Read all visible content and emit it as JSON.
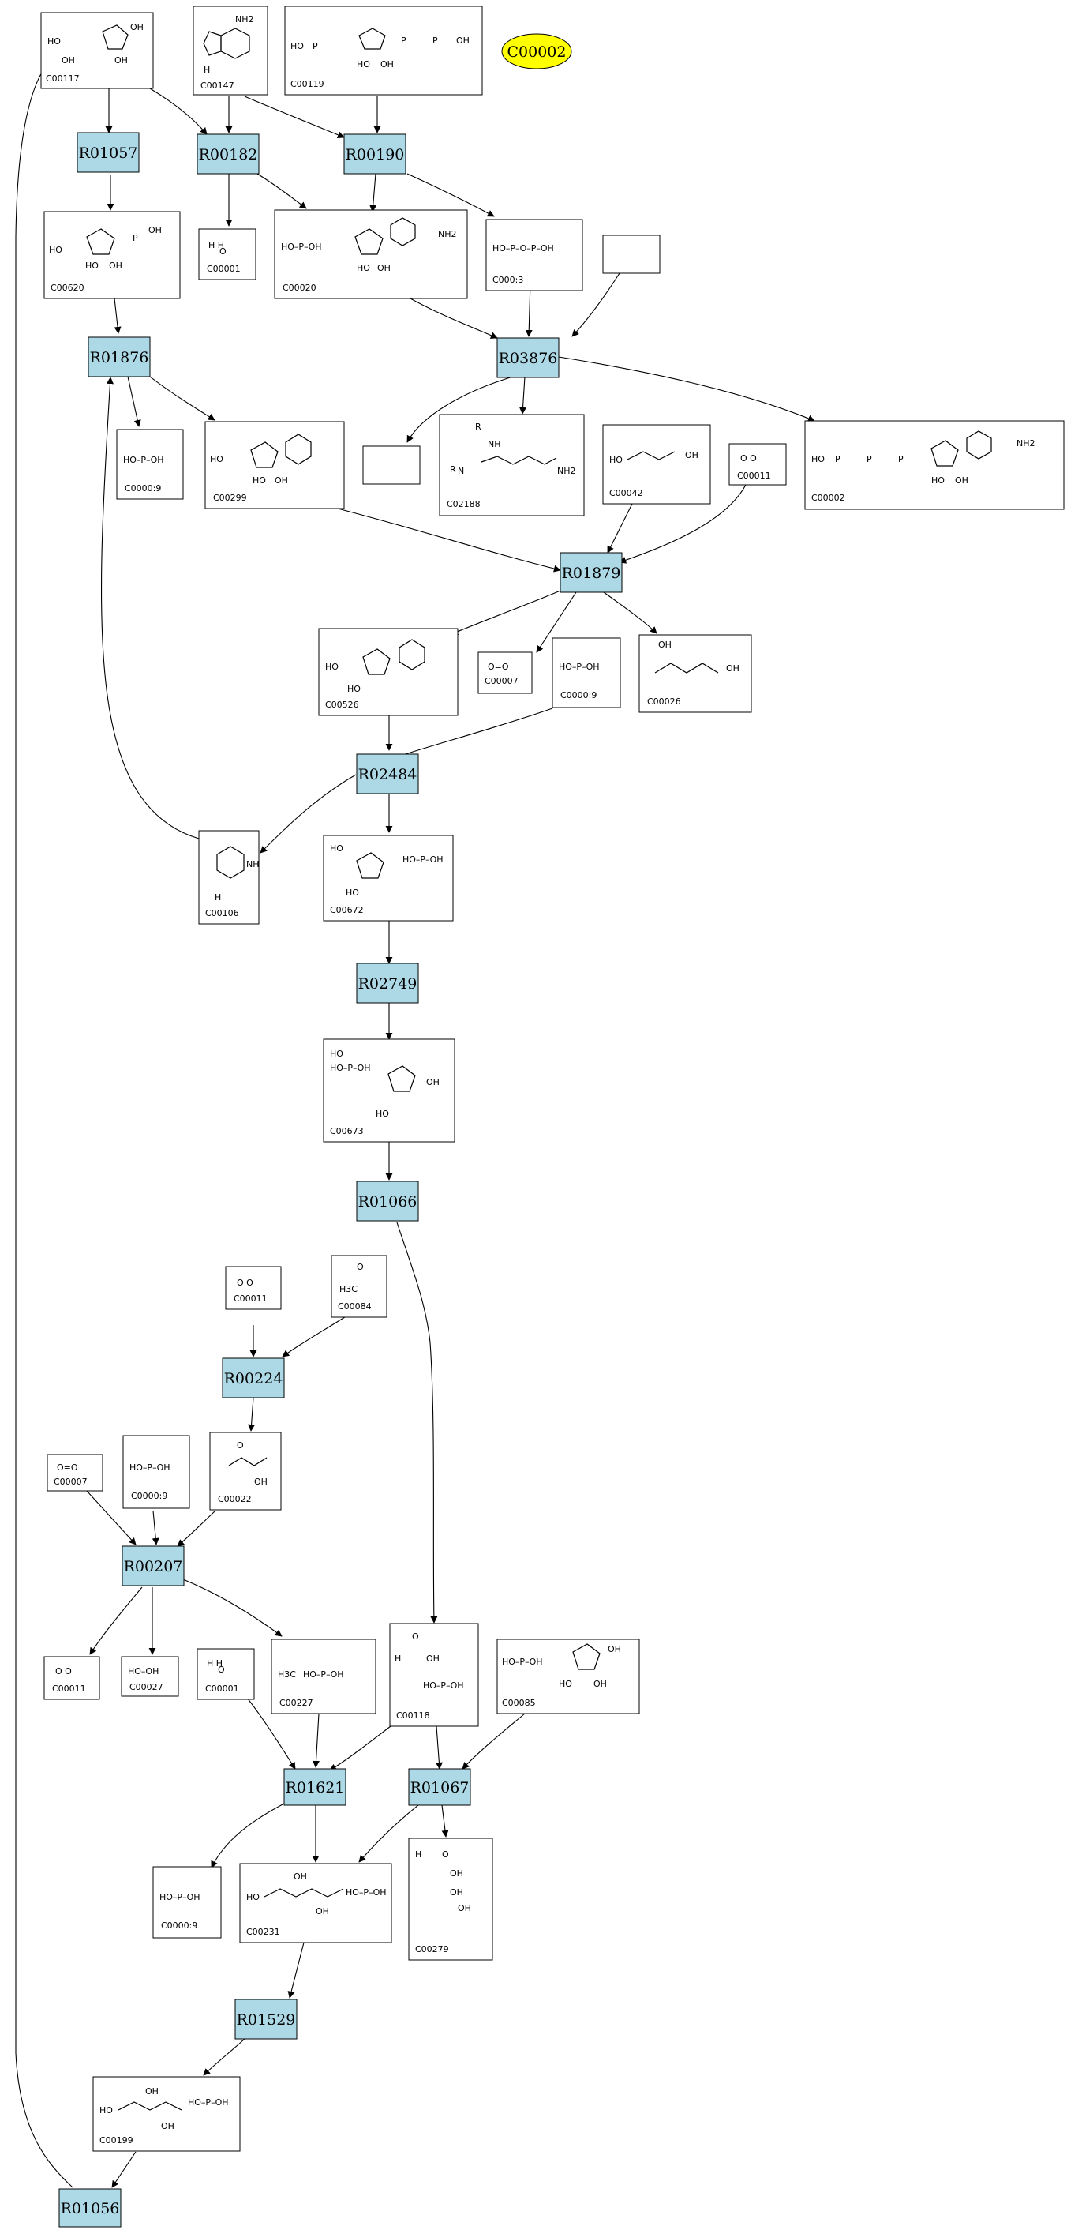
{
  "colors": {
    "reaction_fill": "#add8e6",
    "highlight_fill": "#ffff00",
    "edge": "#000000",
    "box_border": "#000000"
  },
  "highlight": {
    "label": "C00002"
  },
  "reactions": {
    "R01057": "R01057",
    "R00182": "R00182",
    "R00190": "R00190",
    "R01876": "R01876",
    "R03876": "R03876",
    "R01879": "R01879",
    "R02484": "R02484",
    "R02749": "R02749",
    "R01066": "R01066",
    "R00224": "R00224",
    "R00207": "R00207",
    "R01621": "R01621",
    "R01067": "R01067",
    "R01529": "R01529",
    "R01056": "R01056"
  },
  "compounds": {
    "c00117": "C00117",
    "c00147": "C00147",
    "c00119": "C00119",
    "c00620": "C00620",
    "c00001a": "C00001",
    "c00020": "C00020",
    "c00013": "C000:3",
    "c00009a": "C0000:9",
    "c00299": "C00299",
    "c02188": "C02188",
    "c00042": "C00042",
    "c00011a": "C00011",
    "c00002": "C00002",
    "c00526": "C00526",
    "c00007a": "C00007",
    "c00009b": "C0000:9",
    "c00026": "C00026",
    "c00106": "C00106",
    "c00672": "C00672",
    "c00673": "C00673",
    "c00011b": "C00011",
    "c00084": "C00084",
    "c00007b": "C00007",
    "c00009c": "C0000:9",
    "c00022": "C00022",
    "c00011c": "C00011",
    "c00027": "C00027",
    "c00001b": "C00001",
    "c00227": "C00227",
    "c00118": "C00118",
    "c00085": "C00085",
    "c00009d": "C0000:9",
    "c00231": "C00231",
    "c00279": "C00279",
    "c00199": "C00199"
  },
  "formulas": {
    "water": "H   H",
    "water_o": "O",
    "oxygen": "O=O",
    "peroxide": "HO–OH",
    "co2": "O   O",
    "phosphate": "HO–P–OH",
    "diphosphate": "HO–P–O–P–OH",
    "acetaldehyde": "H3C",
    "acetylphosphate": "H3C",
    "oh": "OH",
    "ho": "HO",
    "nh2": "NH2",
    "nh": "NH",
    "n": "N",
    "o": "O",
    "h": "H",
    "r": "R",
    "p": "P"
  }
}
